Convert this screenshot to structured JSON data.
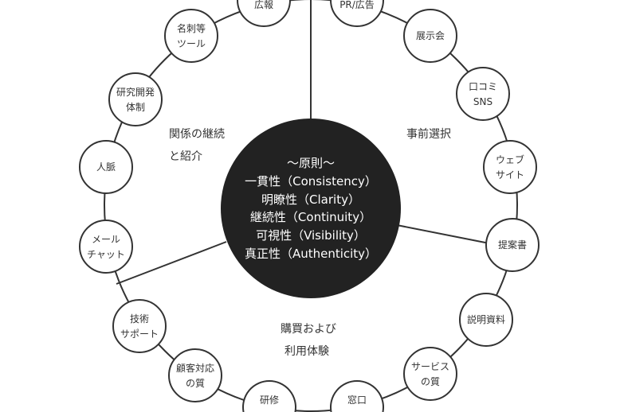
{
  "center": {
    "title": "〜原則〜",
    "lines": [
      "一貫性（Consistency）",
      "明瞭性（Clarity）",
      "継続性（Continuity）",
      "可視性（Visibility）",
      "真正性（Authenticity）"
    ]
  },
  "sections": {
    "relationship": [
      "関係の継続",
      "と紹介"
    ],
    "preselection": [
      "事前選択"
    ],
    "purchase": [
      "購買および",
      "利用体験"
    ]
  },
  "nodes": [
    [
      "広報"
    ],
    [
      "PR/広告"
    ],
    [
      "展示会"
    ],
    [
      "口コミ",
      "SNS"
    ],
    [
      "ウェブ",
      "サイト"
    ],
    [
      "提案書"
    ],
    [
      "説明資料"
    ],
    [
      "サービス",
      "の質"
    ],
    [
      "窓口"
    ],
    [
      "研修"
    ],
    [
      "顧客対応",
      "の質"
    ],
    [
      "技術",
      "サポート"
    ],
    [
      "メール",
      "チャット"
    ],
    [
      "人脈"
    ],
    [
      "研究開発",
      "体制"
    ],
    [
      "名刺等",
      "ツール"
    ]
  ],
  "colors": {
    "core": "#222222",
    "line": "#333333"
  }
}
